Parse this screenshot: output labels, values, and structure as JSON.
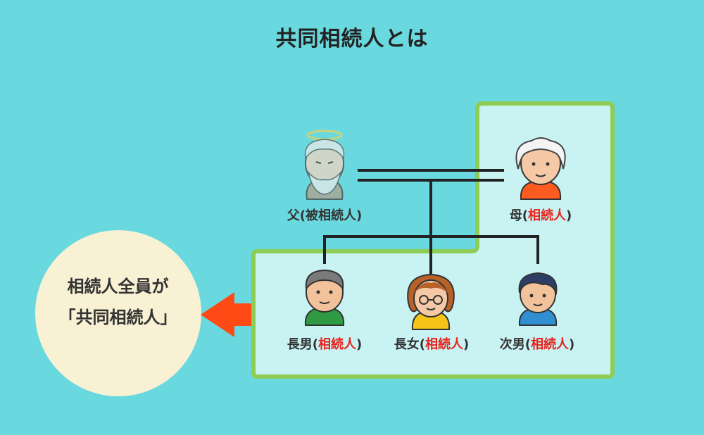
{
  "title": "共同相続人とは",
  "callout": {
    "line1": "相続人全員が",
    "line2": "「共同相続人」"
  },
  "people": {
    "father": {
      "name": "父",
      "paren_open": "(",
      "role": "被相続人",
      "paren_close": ")"
    },
    "mother": {
      "name": "母",
      "paren_open": "(",
      "role": "相続人",
      "paren_close": ")"
    },
    "eldest_son": {
      "name": "長男",
      "paren_open": "(",
      "role": "相続人",
      "paren_close": ")"
    },
    "eldest_daughter": {
      "name": "長女",
      "paren_open": "(",
      "role": "相続人",
      "paren_close": ")"
    },
    "second_son": {
      "name": "次男",
      "paren_open": "(",
      "role": "相続人",
      "paren_close": ")"
    }
  },
  "colors": {
    "background": "#6ad9df",
    "heirs_box_fill": "#c9f3f3",
    "heirs_box_border": "#8dcc55",
    "arrow": "#ff4a16",
    "callout_circle": "#f8f1d4",
    "heir_text": "#e8231d"
  },
  "icons": {
    "father": "deceased-elder-man-with-halo-icon",
    "mother": "elder-woman-icon",
    "eldest_son": "man-green-shirt-icon",
    "eldest_daughter": "woman-glasses-icon",
    "second_son": "boy-blue-shirt-icon",
    "arrow": "left-arrow-icon"
  }
}
